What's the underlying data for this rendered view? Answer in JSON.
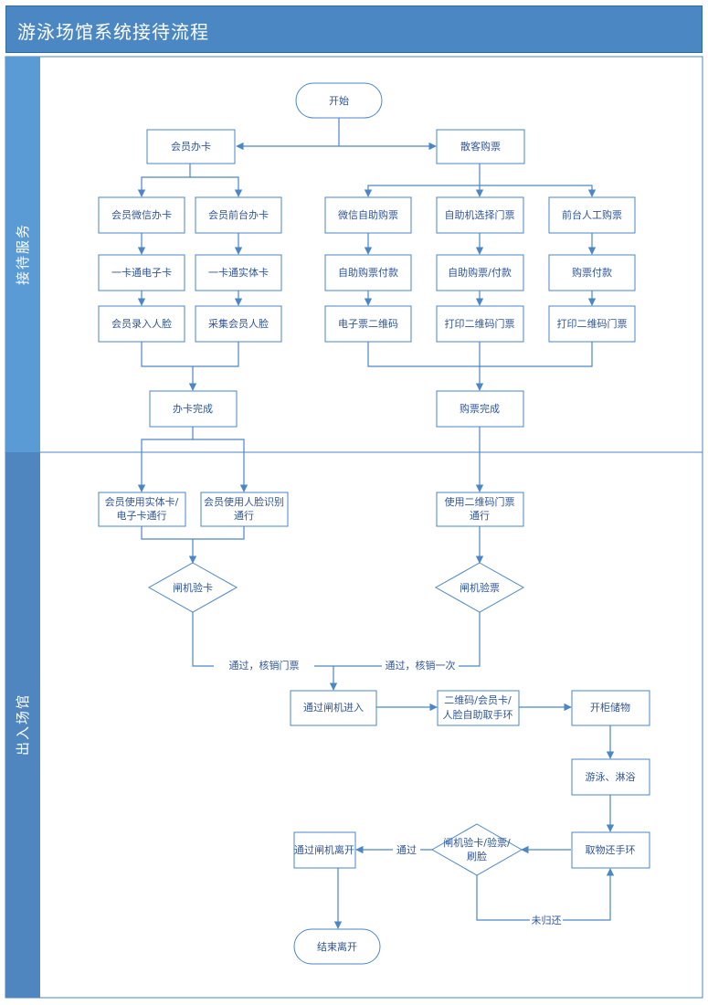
{
  "title": "游泳场馆系统接待流程",
  "lanes": [
    {
      "id": "lane1",
      "label": "接待服务"
    },
    {
      "id": "lane2",
      "label": "出入场馆"
    }
  ],
  "colors": {
    "accent": "#4a86c8",
    "lane": "#5b9bd5",
    "title": "#4a87c3",
    "text": "#2f5597"
  },
  "nodes": {
    "start": "开始",
    "member_card": "会员办卡",
    "guest_ticket": "散客购票",
    "wechat_card": "会员微信办卡",
    "front_card": "会员前台办卡",
    "wechat_ticket": "微信自助购票",
    "kiosk_ticket": "自助机选择门票",
    "front_ticket": "前台人工购票",
    "ecard": "一卡通电子卡",
    "physical_card": "一卡通实体卡",
    "self_pay": "自助购票付款",
    "kiosk_pay": "自助购票/付款",
    "pay": "购票付款",
    "face_enroll": "会员录入人脸",
    "face_collect": "采集会员人脸",
    "eticket_qr": "电子票二维码",
    "print_qr1": "打印二维码门票",
    "print_qr2": "打印二维码门票",
    "card_done": "办卡完成",
    "ticket_done": "购票完成",
    "use_card": "会员使用实体卡/电子卡通行",
    "use_face": "会员使用人脸识别通行",
    "use_qr": "使用二维码门票通行",
    "gate_card": "闸机验卡",
    "gate_ticket": "闸机验票",
    "enter_gate": "通过闸机进入",
    "get_band": "二维码/会员卡/人脸自助取手环",
    "locker": "开柜储物",
    "swim": "游泳、淋浴",
    "return_band": "取物还手环",
    "gate_exit_check": "闸机验卡/验票/刷脸",
    "exit_gate": "通过闸机离开",
    "end": "结束离开"
  },
  "edge_labels": {
    "pass_verify_ticket": "通过，核销门票",
    "pass_verify_once": "通过，核销一次",
    "pass": "通过",
    "not_returned": "未归还"
  }
}
